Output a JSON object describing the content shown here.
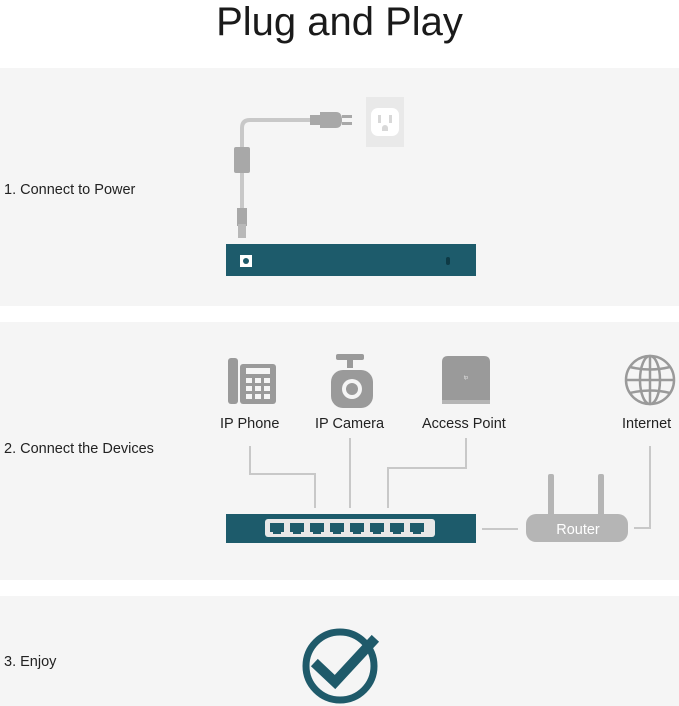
{
  "title": "Plug and Play",
  "steps": [
    {
      "label": "1. Connect to Power"
    },
    {
      "label": "2. Connect the Devices"
    },
    {
      "label": "3. Enjoy"
    }
  ],
  "devices": {
    "ip_phone": "IP Phone",
    "ip_camera": "IP Camera",
    "access_point": "Access Point",
    "internet": "Internet",
    "router": "Router"
  },
  "colors": {
    "switch": "#1d5b6b",
    "accent": "#1f5a6a",
    "device_gray": "#9a9a9a",
    "line_gray": "#c8c8c8",
    "panel": "#f5f5f5"
  },
  "icons": [
    "power-plug-icon",
    "wall-outlet-icon",
    "ip-phone-icon",
    "ip-camera-icon",
    "access-point-icon",
    "globe-icon",
    "router-icon",
    "checkmark-circle-icon"
  ]
}
